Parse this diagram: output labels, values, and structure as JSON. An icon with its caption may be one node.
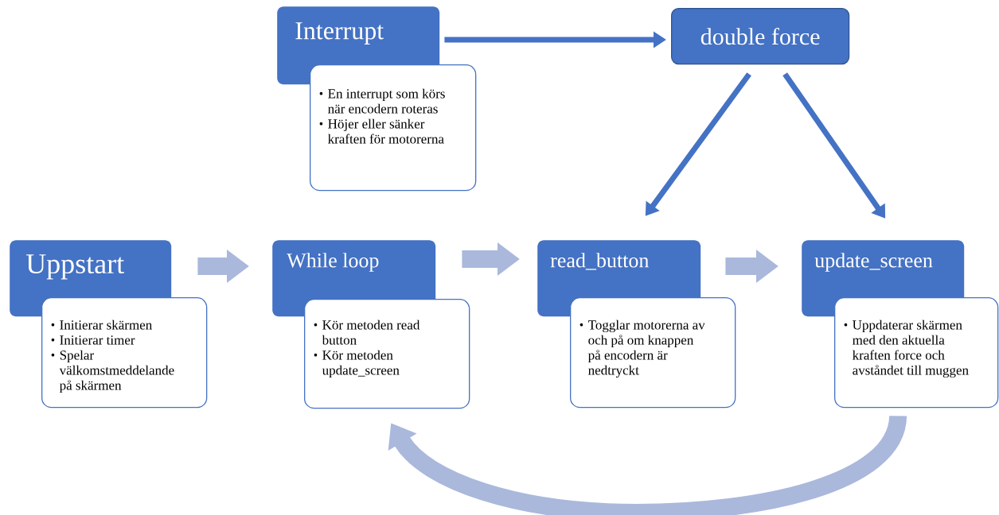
{
  "diagram": {
    "nodes": [
      {
        "text": [
          "Interrupt"
        ]
      },
      {
        "text": [
          "En interrupt som körs när encodern roteras",
          "Höjer eller sänker kraften för motorerna"
        ]
      },
      {
        "text": [
          "double force"
        ]
      },
      {
        "text": [
          "Uppstart"
        ]
      },
      {
        "text": [
          "Initierar skärmen",
          "Initierar timer",
          "Spelar välkomstmeddelande på skärmen"
        ]
      },
      {
        "text": [
          "While loop"
        ]
      },
      {
        "text": [
          "Kör metoden read button",
          "Kör metoden update_screen"
        ]
      },
      {
        "text": [
          "read_button"
        ]
      },
      {
        "text": [
          "Togglar motorerna av och på om knappen på encodern är nedtryckt"
        ]
      },
      {
        "text": [
          "update_screen"
        ]
      },
      {
        "text": [
          "Uppdaterar skärmen med den aktuella kraften force och avståndet till muggen"
        ]
      }
    ],
    "edges": [
      {
        "from": 0,
        "to": 2,
        "arrow": "to",
        "color": "#4472c4"
      },
      {
        "from": 2,
        "to": 7,
        "arrow": "to",
        "color": "#4472c4"
      },
      {
        "from": 2,
        "to": 9,
        "arrow": "to",
        "color": "#4472c4"
      },
      {
        "from": 3,
        "to": 5,
        "arrow": "to"
      },
      {
        "from": 5,
        "to": 7,
        "arrow": "to"
      },
      {
        "from": 7,
        "to": 9,
        "arrow": "to"
      },
      {
        "from": 10,
        "to": 6,
        "arrow": "to"
      }
    ]
  }
}
